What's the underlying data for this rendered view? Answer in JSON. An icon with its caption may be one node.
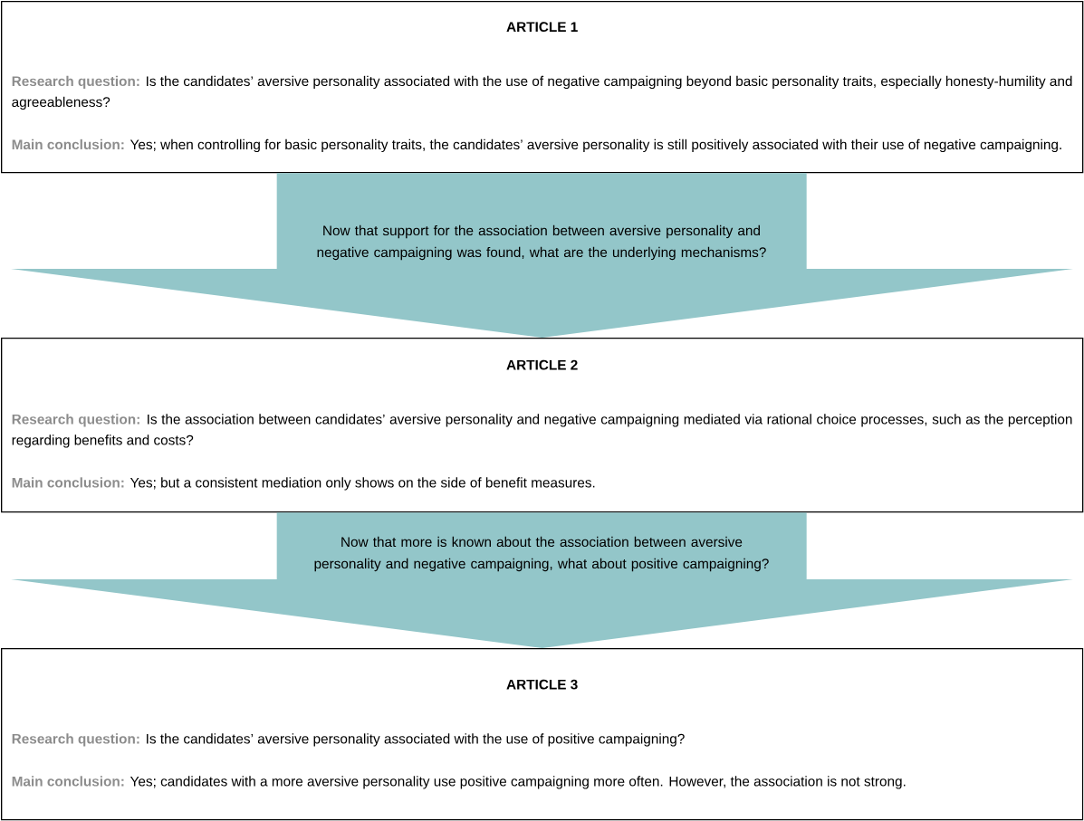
{
  "diagram": {
    "nodes": [
      {
        "text": [
          "ARTICLE 1",
          "Research question:",
          "Is the candidates’ aversive personality associated with the use of negative campaigning beyond basic personality traits, especially honesty-humility and agreeableness?",
          "Main conclusion:",
          "Yes; when controlling for basic personality traits, the candidates’ aversive personality is still positively associated with their use of negative campaigning."
        ]
      },
      {
        "text": [
          "ARTICLE 2",
          "Research question:",
          "Is the association between candidates’ aversive personality and negative campaigning mediated via rational choice processes, such as the perception regarding benefits and costs?",
          "Main conclusion:",
          "Yes; but a consistent mediation only shows on the side of benefit measures."
        ]
      },
      {
        "text": [
          "ARTICLE 3",
          "Research question:",
          "Is the candidates’ aversive personality associated with the use of positive campaigning?",
          "Main conclusion:",
          "Yes; candidates with a more aversive personality use positive campaigning more often. However, the association is not strong."
        ]
      }
    ],
    "edges": [
      {
        "from": 0,
        "to": 1,
        "arrow": "to",
        "label": "Now that support for the association between aversive personality and negative campaigning was found, what are the underlying mechanisms?"
      },
      {
        "from": 1,
        "to": 2,
        "arrow": "to",
        "label": "Now that more is known about the association between aversive personality and negative campaigning, what about positive campaigning?"
      }
    ]
  }
}
